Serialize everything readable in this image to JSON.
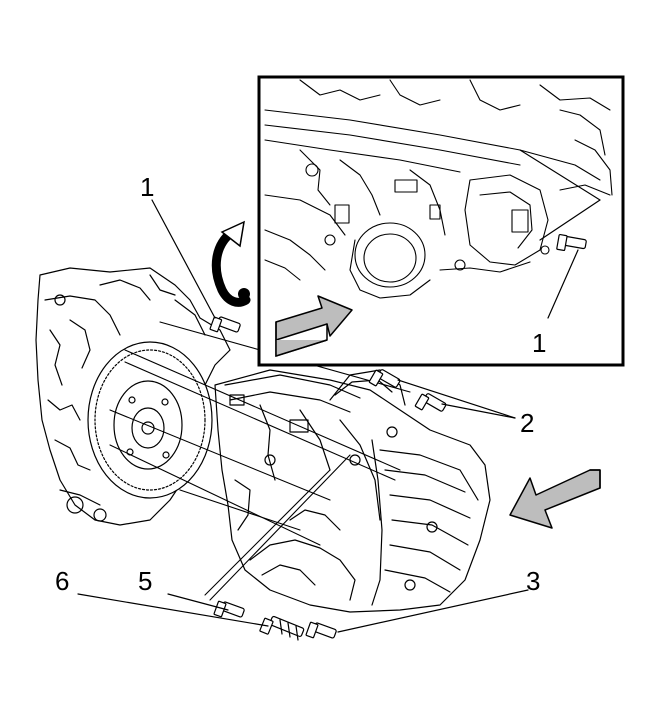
{
  "callouts": {
    "c1_main": "1",
    "c1_inset": "1",
    "c2": "2",
    "c3": "3",
    "c5": "5",
    "c6": "6"
  },
  "icons": {
    "rotation": "curved-arrow-icon",
    "view_direction_inset": "view-arrow-icon",
    "view_direction_main": "view-arrow-icon"
  },
  "colors": {
    "line": "#000000",
    "background": "#ffffff",
    "arrow_fill": "#bdbdbd"
  }
}
